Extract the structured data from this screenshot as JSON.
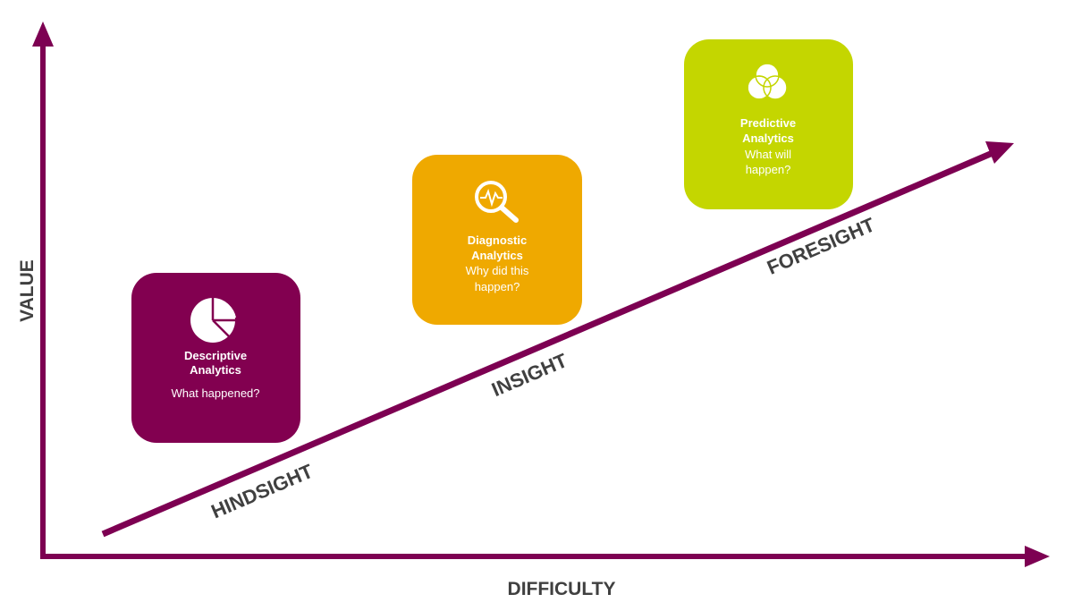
{
  "colors": {
    "axis": "#7d0052",
    "descriptive": "#820050",
    "diagnostic": "#efa900",
    "predictive": "#c4d600",
    "label": "#404040"
  },
  "axes": {
    "y_label": "VALUE",
    "x_label": "DIFFICULTY"
  },
  "stages": [
    {
      "label": "HINDSIGHT"
    },
    {
      "label": "INSIGHT"
    },
    {
      "label": "FORESIGHT"
    }
  ],
  "boxes": [
    {
      "icon": "pie-chart-icon",
      "title1": "Descriptive",
      "title2": "Analytics",
      "sub1": "What happened?"
    },
    {
      "icon": "magnifier-pulse-icon",
      "title1": "Diagnostic",
      "title2": "Analytics",
      "sub1": "Why did this",
      "sub2": "happen?"
    },
    {
      "icon": "venn-diagram-icon",
      "title1": "Predictive",
      "title2": "Analytics",
      "sub1": "What will",
      "sub2": "happen?"
    }
  ]
}
